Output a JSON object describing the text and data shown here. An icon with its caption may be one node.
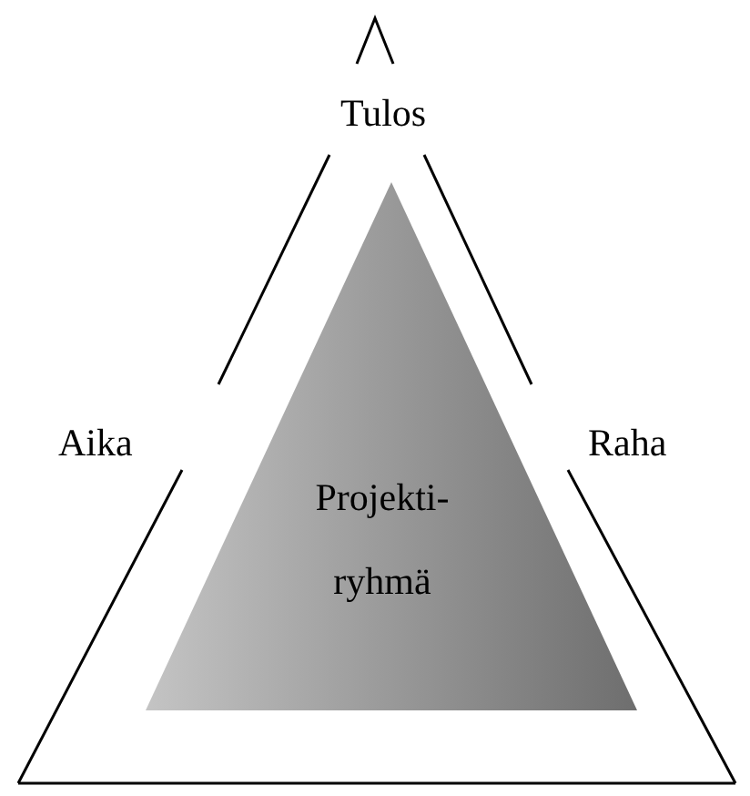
{
  "diagram": {
    "nodes": [
      {
        "text": [
          "Projekti- ryhmä"
        ]
      }
    ],
    "labels": [
      "Tulos",
      "Aika",
      "Raha"
    ]
  }
}
